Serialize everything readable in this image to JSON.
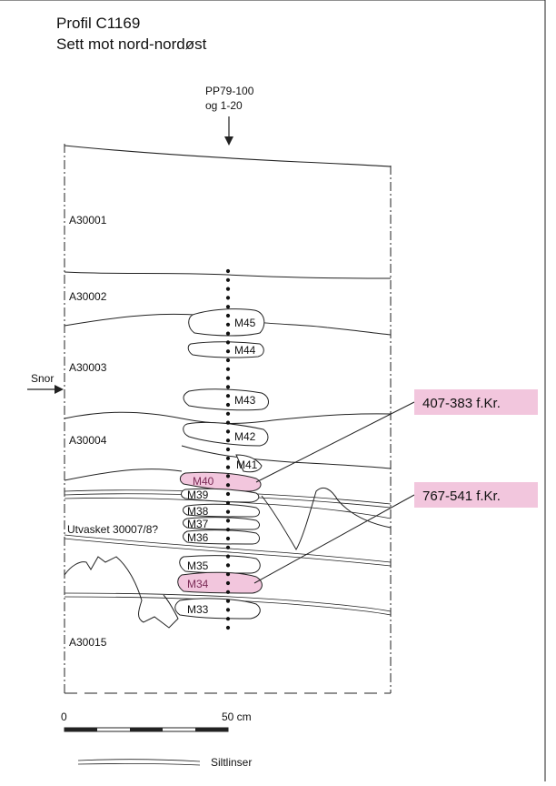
{
  "title": {
    "line1": "Profil C1169",
    "line2": "Sett mot nord-nordøst"
  },
  "reference_point": {
    "line1": "PP79-100",
    "line2": "og 1-20"
  },
  "snor_label": "Snor",
  "layers": {
    "a30001": "A30001",
    "a30002": "A30002",
    "a30003": "A30003",
    "a30004": "A30004",
    "washed": "Utvasket 30007/8?",
    "a30015": "A30015"
  },
  "samples": {
    "m45": "M45",
    "m44": "M44",
    "m43": "M43",
    "m42": "M42",
    "m41": "M41",
    "m40": "M40",
    "m39": "M39",
    "m38": "M38",
    "m37": "M37",
    "m36": "M36",
    "m35": "M35",
    "m34": "M34",
    "m33": "M33"
  },
  "dates": {
    "m40": "407-383 f.Kr.",
    "m34": "767-541 f.Kr."
  },
  "scale": {
    "start": "0",
    "end": "50 cm"
  },
  "legend": {
    "siltlinser": "Siltlinser"
  },
  "colors": {
    "highlight": "#f2c6dd",
    "line": "#222222",
    "background": "#ffffff"
  }
}
